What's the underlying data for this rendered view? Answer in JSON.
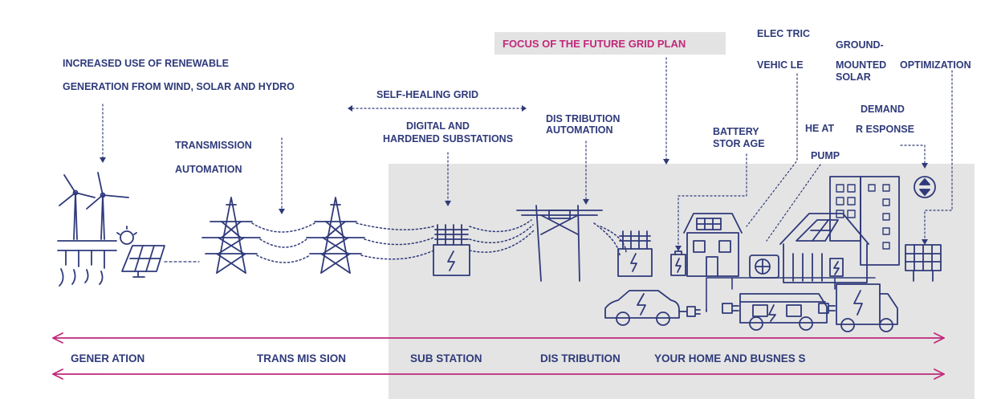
{
  "header": {
    "focus_label": "FOCUS OF THE FUTURE GRID PLAN"
  },
  "callouts": {
    "renewable_line1": "INCREASED USE OF RENEWABLE",
    "renewable_line2": "GENERATION FROM WIND, SOLAR AND HYDRO",
    "transmission_line1": "TRANSMISSION",
    "transmission_line2": "AUTOMATION",
    "self_healing": "SELF-HEALING GRID",
    "digital_line1": "DIGITAL AND",
    "digital_line2": "HARDENED SUBSTATIONS",
    "distribution_line1": "DIS TRIBUTION",
    "distribution_line2": "AUTOMATION",
    "battery_line1": "BATTERY",
    "battery_line2": "STOR AGE",
    "ev_line1": "ELEC TRIC",
    "ev_line2": "VEHIC LE",
    "heat_line1": "HE AT",
    "heat_line2": "PUMP",
    "ground_line1": "GROUND-",
    "ground_line2": "MOUNTED",
    "ground_line3": "SOLAR",
    "optimization": "OPTIMIZATION",
    "demand_line1": "DEMAND",
    "demand_line2": "R ESPONSE"
  },
  "stages": [
    "GENER ATION",
    "TRANS MIS SION",
    "SUB STATION",
    "DIS TRIBUTION",
    "YOUR HOME AND BUSNES S"
  ],
  "colors": {
    "navy": "#2f3a7a",
    "magenta": "#c0287a",
    "panel": "#e4e4e4"
  },
  "icons": [
    "wind-turbine-icon",
    "hydro-dam-icon",
    "sun-icon",
    "solar-panel-icon",
    "transmission-tower-icon",
    "substation-icon",
    "utility-pole-icon",
    "house-icon",
    "battery-icon",
    "heat-pump-icon",
    "home-solar-icon",
    "office-building-icon",
    "demand-response-icon",
    "electric-car-icon",
    "charger-plug-icon",
    "electric-van-icon",
    "electric-truck-icon"
  ]
}
